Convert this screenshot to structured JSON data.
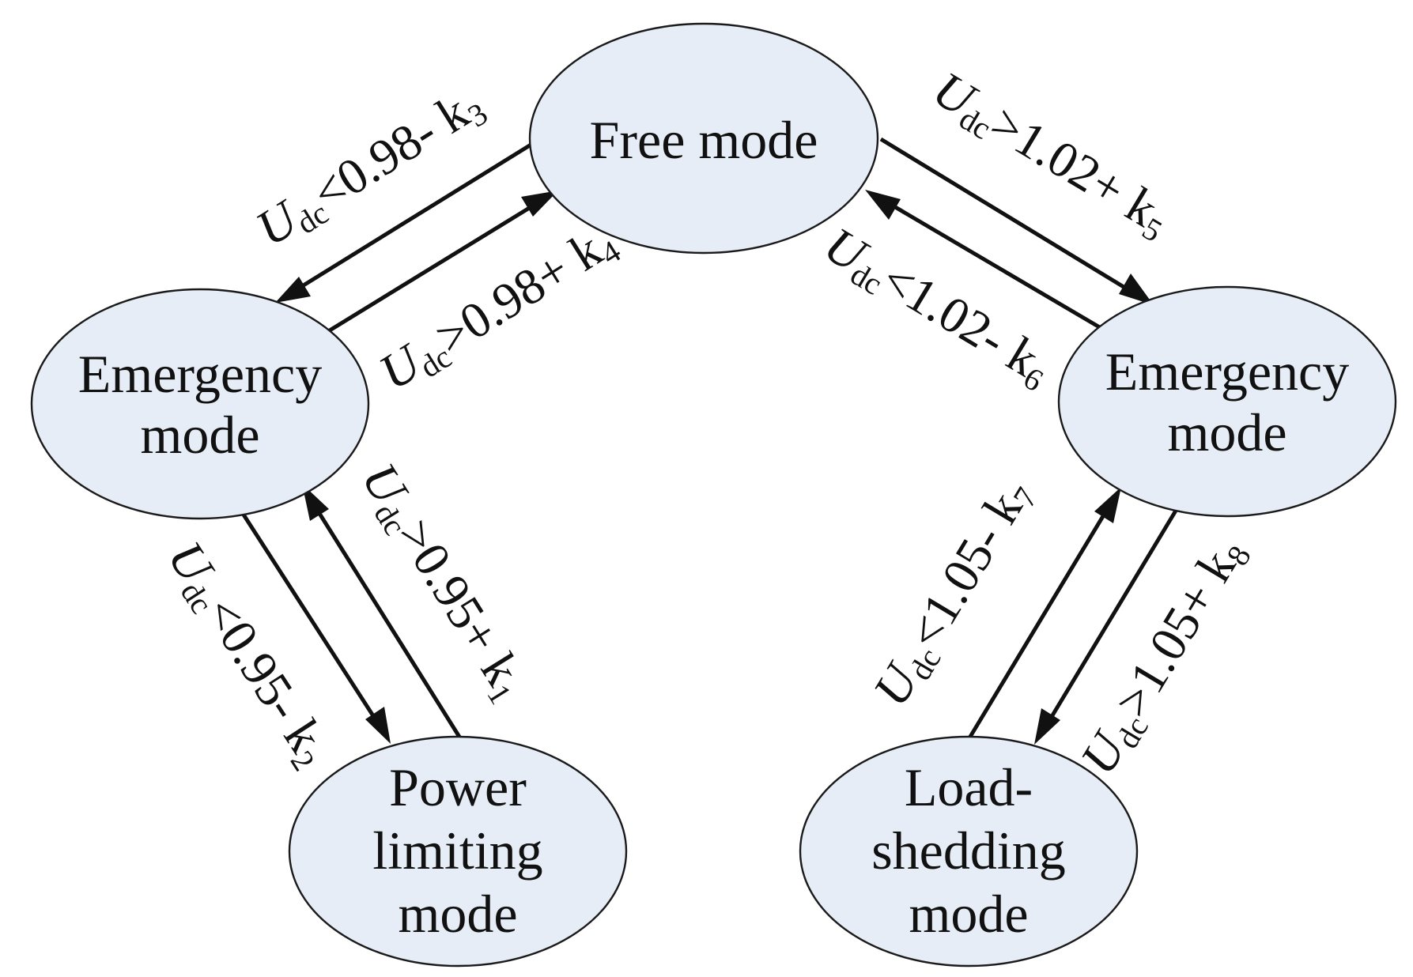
{
  "diagram": {
    "nodes": [
      {
        "id": "free",
        "lines": [
          "Free mode"
        ]
      },
      {
        "id": "emergency_left",
        "lines": [
          "Emergency",
          "mode"
        ]
      },
      {
        "id": "emergency_right",
        "lines": [
          "Emergency",
          "mode"
        ]
      },
      {
        "id": "power_limiting",
        "lines": [
          "Power",
          "limiting",
          "mode"
        ]
      },
      {
        "id": "load_shedding",
        "lines": [
          "Load-",
          "shedding",
          "mode"
        ]
      }
    ],
    "edges": [
      {
        "id": "e3",
        "from": "free",
        "to": "emergency_left",
        "label": {
          "U": "U",
          "sub": "dc",
          "cond": "<0.98- k",
          "ksub": "3"
        }
      },
      {
        "id": "e4",
        "from": "emergency_left",
        "to": "free",
        "label": {
          "U": "U",
          "sub": "dc",
          "cond": ">0.98+ k",
          "ksub": "4"
        }
      },
      {
        "id": "e5",
        "from": "free",
        "to": "emergency_right",
        "label": {
          "U": "U",
          "sub": "dc",
          "cond": ">1.02+ k",
          "ksub": "5"
        }
      },
      {
        "id": "e6",
        "from": "emergency_right",
        "to": "free",
        "label": {
          "U": "U",
          "sub": "dc",
          "cond": "<1.02- k",
          "ksub": "6"
        }
      },
      {
        "id": "e2",
        "from": "emergency_left",
        "to": "power_limiting",
        "label": {
          "U": "U",
          "sub": "dc",
          "cond": "<0.95- k",
          "ksub": "2"
        }
      },
      {
        "id": "e1",
        "from": "power_limiting",
        "to": "emergency_left",
        "label": {
          "U": "U",
          "sub": "dc",
          "cond": ">0.95+ k",
          "ksub": "1"
        }
      },
      {
        "id": "e7",
        "from": "load_shedding",
        "to": "emergency_right",
        "label": {
          "U": "U",
          "sub": "dc",
          "cond": "<1.05- k",
          "ksub": "7"
        }
      },
      {
        "id": "e8",
        "from": "emergency_right",
        "to": "load_shedding",
        "label": {
          "U": "U",
          "sub": "dc",
          "cond": ">1.05+ k",
          "ksub": "8"
        }
      }
    ]
  }
}
